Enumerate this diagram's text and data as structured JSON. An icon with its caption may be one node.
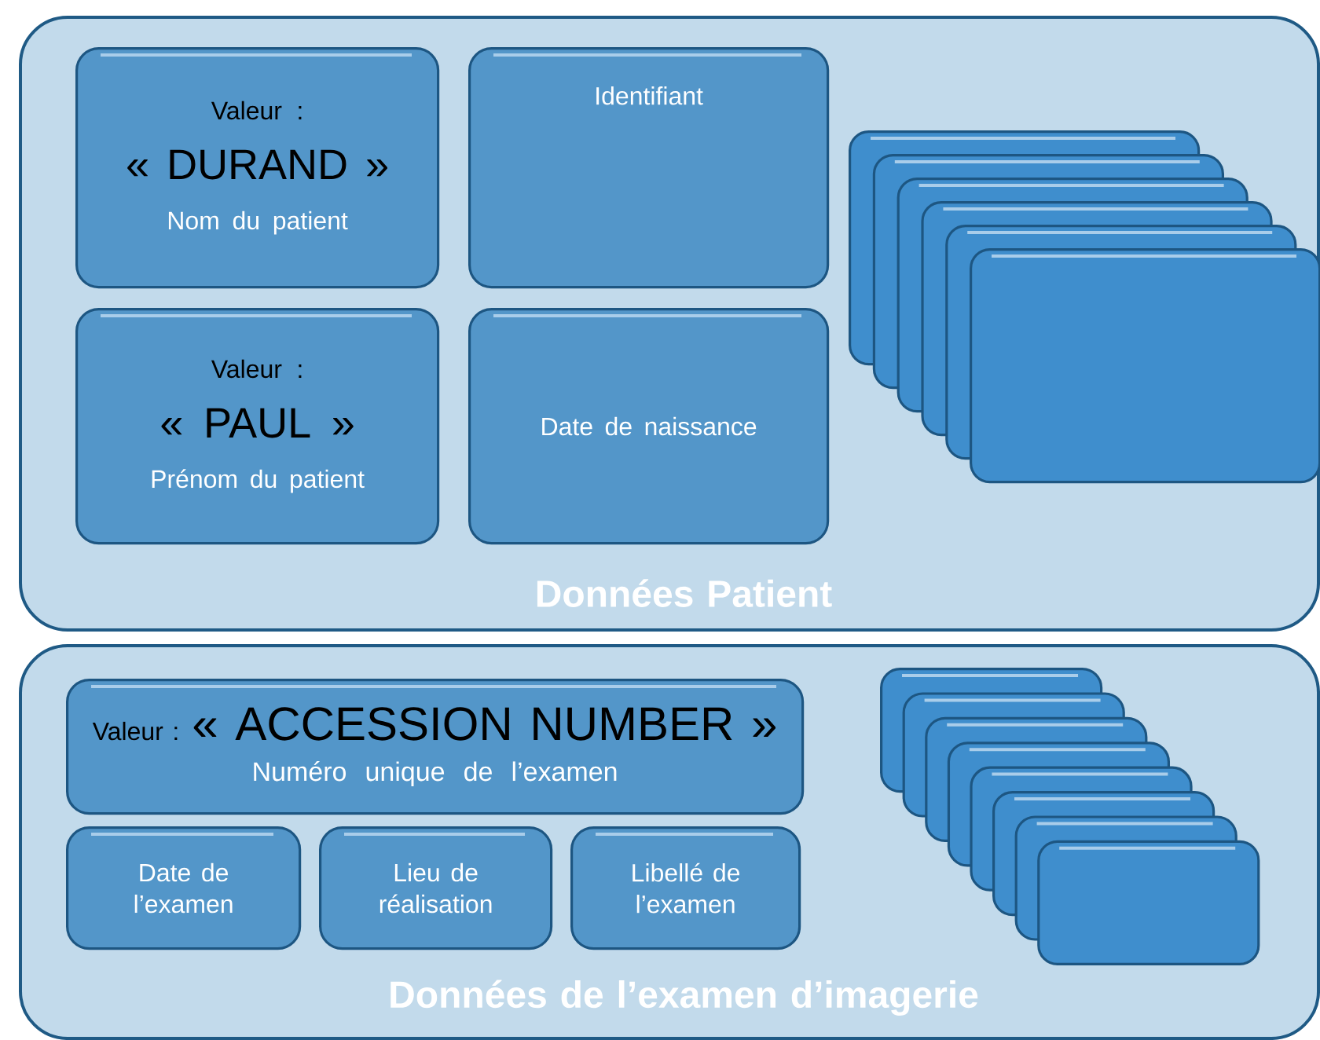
{
  "diagram": {
    "nodes": [
      {
        "text": [
          "Données Patient"
        ]
      },
      {
        "text": [
          "Valeur :",
          "« DURAND »",
          "Nom du patient"
        ],
        "in": 0
      },
      {
        "text": [
          "Identifiant"
        ],
        "in": 0
      },
      {
        "text": [
          "Valeur :",
          "« PAUL »",
          "Prénom du patient"
        ],
        "in": 0
      },
      {
        "text": [
          "Date de naissance"
        ],
        "in": 0
      },
      {
        "text": [],
        "shape": "box",
        "in": 0
      },
      {
        "text": [],
        "shape": "box",
        "in": 0
      },
      {
        "text": [],
        "shape": "box",
        "in": 0
      },
      {
        "text": [],
        "shape": "box",
        "in": 0
      },
      {
        "text": [],
        "shape": "box",
        "in": 0
      },
      {
        "text": [],
        "shape": "box",
        "in": 0
      },
      {
        "text": [
          "Données de l’examen d’imagerie"
        ]
      },
      {
        "text": [
          "Valeur :",
          "« ACCESSION NUMBER »",
          "Numéro unique de l’examen"
        ],
        "in": 11
      },
      {
        "text": [
          "Date de l’examen"
        ],
        "in": 11
      },
      {
        "text": [
          "Lieu de réalisation"
        ],
        "in": 11
      },
      {
        "text": [
          "Libellé de l’examen"
        ],
        "in": 11
      },
      {
        "text": [],
        "shape": "box",
        "in": 11
      },
      {
        "text": [],
        "shape": "box",
        "in": 11
      },
      {
        "text": [],
        "shape": "box",
        "in": 11
      },
      {
        "text": [],
        "shape": "box",
        "in": 11
      },
      {
        "text": [],
        "shape": "box",
        "in": 11
      },
      {
        "text": [],
        "shape": "box",
        "in": 11
      },
      {
        "text": [],
        "shape": "box",
        "in": 11
      },
      {
        "text": [],
        "shape": "box",
        "in": 11
      }
    ]
  }
}
